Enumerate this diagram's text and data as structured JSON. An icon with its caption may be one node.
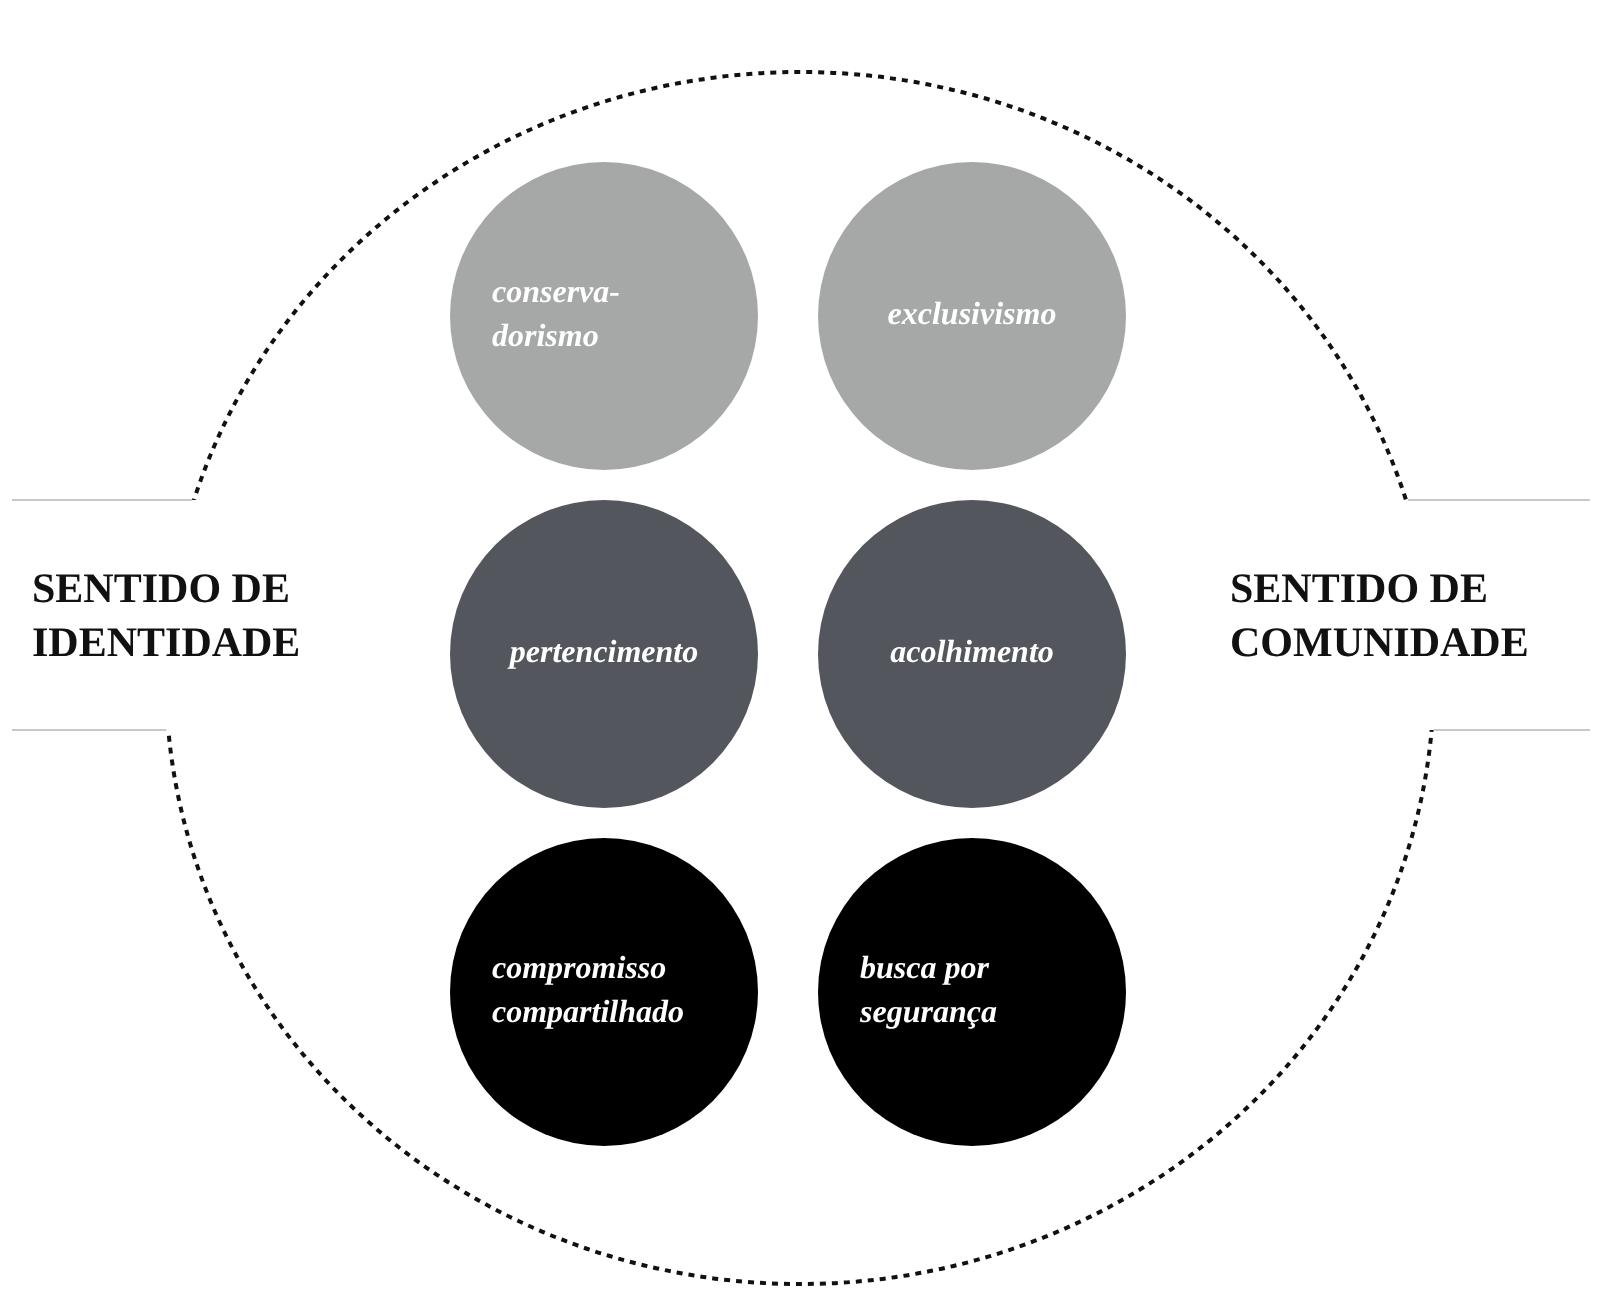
{
  "diagram": {
    "nodes": [
      {
        "text": [],
        "shape": "circle"
      },
      {
        "text": [
          "SENTIDO DE IDENTIDADE"
        ]
      },
      {
        "text": [
          "SENTIDO DE COMUNIDADE"
        ]
      },
      {
        "text": [
          "conserva-dorismo"
        ],
        "in": 0
      },
      {
        "text": [
          "exclusivismo"
        ],
        "in": 0
      },
      {
        "text": [
          "pertencimento"
        ],
        "in": 0
      },
      {
        "text": [
          "acolhimento"
        ],
        "in": 0
      },
      {
        "text": [
          "compromisso compartilhado"
        ],
        "in": 0
      },
      {
        "text": [
          "busca por segurança"
        ],
        "in": 0
      }
    ]
  }
}
